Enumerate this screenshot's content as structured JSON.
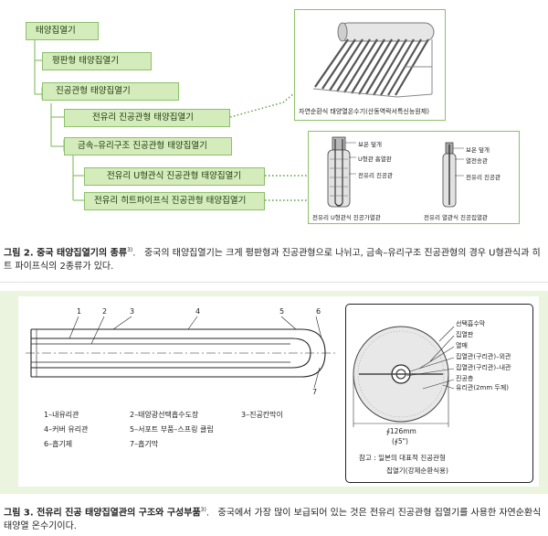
{
  "fig2": {
    "tree": {
      "root": "태양집열기",
      "flat": "평판형 태양집열기",
      "tube": "진공관형 태양집열기",
      "glass": "전유리 진공관형 태양집열기",
      "metal": "금속–유리구조 진공관형 태양집열기",
      "utube": "전유리 U형관식 진공관형 태양집열기",
      "heatpipe": "전유리 히트파이프식 진공관형 태양집열기"
    },
    "photo_caption": "자연순환식 태양열온수기(산동역락서특신능원제)",
    "tube_left": {
      "labels": [
        "보온 덮개",
        "U형관 흡열판",
        "전유리 진공관"
      ],
      "caption": "전유리 U형관식 진공가열관"
    },
    "tube_right": {
      "labels": [
        "보온 덮개",
        "열전송관",
        "전유리 진공관"
      ],
      "caption": "전유리 열관식 진공집열관"
    },
    "caption_title": "그림 2. 중국 태양집열기의 종류",
    "caption_ref": "3)",
    "caption_body": "중국의 태양집열기는 크게 평판형과 진공관형으로 나뉘고, 금속–유리구조 진공관형의 경우 U형관식과 히트 파이프식의 2종류가 있다."
  },
  "fig3": {
    "numbers": [
      "1",
      "2",
      "3",
      "4",
      "5",
      "6",
      "7"
    ],
    "legend": [
      "1–내유리관",
      "2–태양광선택흡수도장",
      "3–진공칸막이",
      "4–커버 유리관",
      "5–서포트 부품–스프링 클립",
      "6–흡기제",
      "7–흡기막"
    ],
    "cross_labels": [
      "선택흡수막",
      "집열판",
      "열매",
      "집열관(구리관)–외관",
      "집열관(구리관)–내관",
      "진공층",
      "유리관(2mm 두께)"
    ],
    "dim_main": "∮126mm",
    "dim_sub": "(∮5\")",
    "note_line1": "참고 : 일본의 대표적 진공관형",
    "note_line2": "집열기(강제순환식용)",
    "caption_title": "그림 3. 전유리 진공 태양집열관의 구조와 구성부품",
    "caption_ref": "3)",
    "caption_body": "중국에서 가장 많이 보급되어 있는 것은 전유리 진공관형 집열기를 사용한 자연순환식 태양열 온수기이다."
  }
}
